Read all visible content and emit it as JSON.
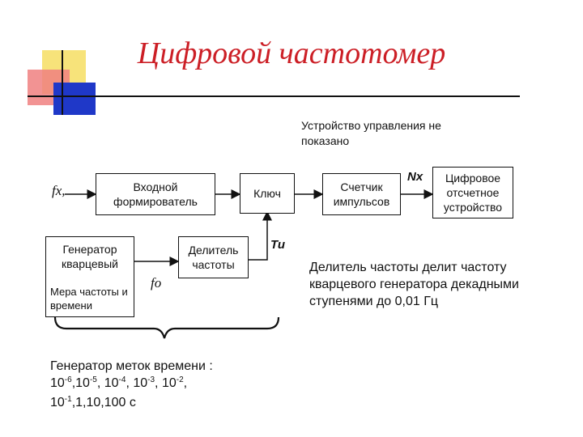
{
  "title": "Цифровой частотомер",
  "control_note": "Устройство управления не показано",
  "input_label": "fx,",
  "nx_label": "Nx",
  "tu_label": "Tu",
  "f0_label": "fo",
  "blocks": {
    "input_shaper": "Входной формирователь",
    "key": "Ключ",
    "counter": "Счетчик импульсов",
    "display": "Цифровое отсчетное устройство",
    "crystal_gen": "Генератор кварцевый",
    "divider": "Делитель частоты"
  },
  "measure_note": "Мера частоты и времени",
  "divider_note": "Делитель частоты делит частоту кварцевого генератора декадными ступенями до 0,01 Гц",
  "time_marks": {
    "heading": "Генератор меток времени :",
    "values": [
      "10",
      "-6",
      ",10",
      "-5",
      ", 10",
      "-4",
      ", 10",
      "-3",
      ", 10",
      "-2",
      ",",
      "10",
      "-1",
      ",1,10,100 с"
    ]
  },
  "colors": {
    "title": "#cc1f26",
    "yellow": "#f7e37a",
    "pink": "#f08080",
    "blue": "#1f38c8"
  }
}
